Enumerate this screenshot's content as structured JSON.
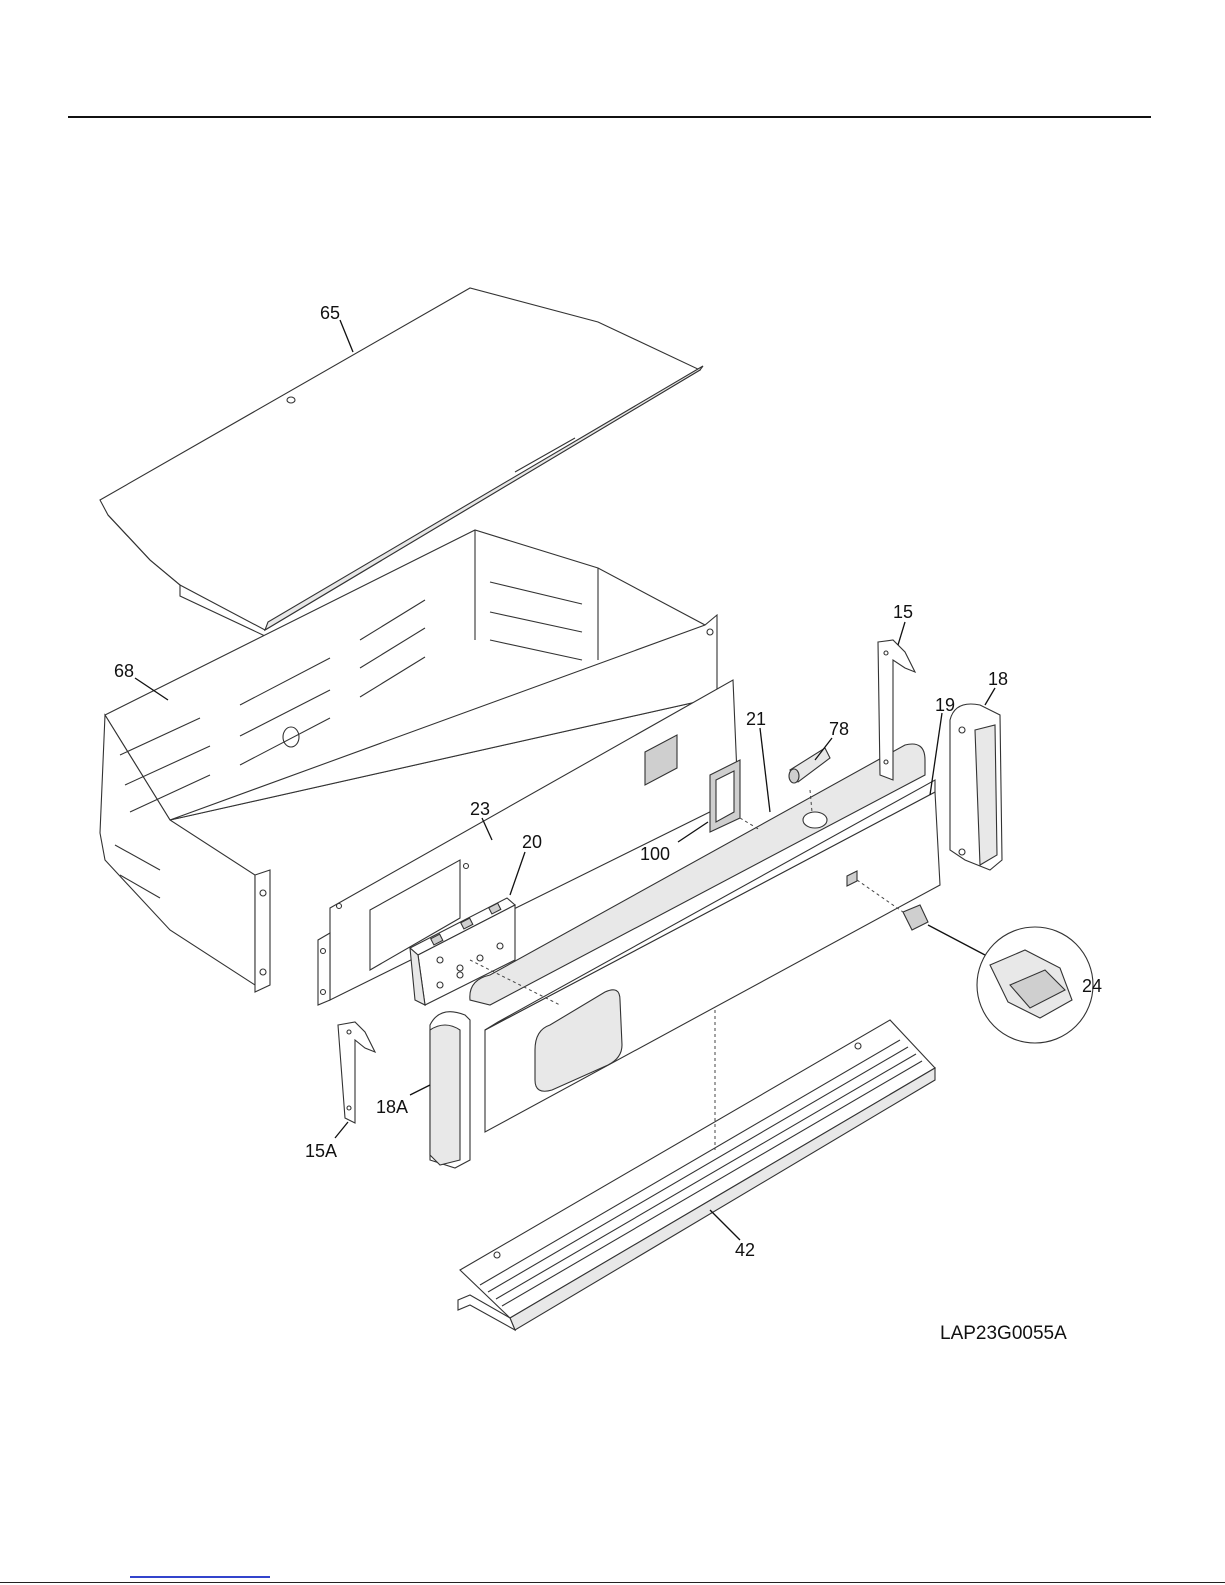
{
  "diagram_code": "LAP23G0055A",
  "parts": [
    {
      "id": "p65",
      "label": "65"
    },
    {
      "id": "p68",
      "label": "68"
    },
    {
      "id": "p23",
      "label": "23"
    },
    {
      "id": "p20",
      "label": "20"
    },
    {
      "id": "p100",
      "label": "100"
    },
    {
      "id": "p21",
      "label": "21"
    },
    {
      "id": "p78",
      "label": "78"
    },
    {
      "id": "p15",
      "label": "15"
    },
    {
      "id": "p18",
      "label": "18"
    },
    {
      "id": "p19",
      "label": "19"
    },
    {
      "id": "p24",
      "label": "24"
    },
    {
      "id": "p15A",
      "label": "15A"
    },
    {
      "id": "p18A",
      "label": "18A"
    },
    {
      "id": "p42",
      "label": "42"
    }
  ]
}
